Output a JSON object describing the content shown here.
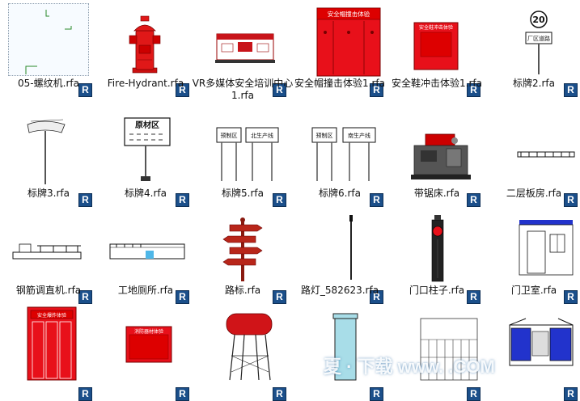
{
  "files": [
    {
      "label": "05-螺纹机.rfa"
    },
    {
      "label": "Fire-Hydrant.rfa"
    },
    {
      "label": "VR多媒体安全培训中心1.rfa"
    },
    {
      "label": "安全帽撞击体验1.rfa",
      "sign": "安全帽撞击体验"
    },
    {
      "label": "安全鞋冲击体验1.rfa",
      "sign": "安全鞋冲击体验"
    },
    {
      "label": "标牌2.rfa",
      "speed": "20",
      "sign": "厂区道路"
    },
    {
      "label": "标牌3.rfa"
    },
    {
      "label": "标牌4.rfa",
      "sign": "原材区"
    },
    {
      "label": "标牌5.rfa",
      "sign_a": "预制区",
      "sign_b": "北生产线"
    },
    {
      "label": "标牌6.rfa",
      "sign_a": "预制区",
      "sign_b": "南生产线"
    },
    {
      "label": "带锯床.rfa"
    },
    {
      "label": "二层板房.rfa"
    },
    {
      "label": "钢筋调直机.rfa"
    },
    {
      "label": "工地厕所.rfa"
    },
    {
      "label": "路标.rfa"
    },
    {
      "label": "路灯_582623.rfa"
    },
    {
      "label": "门口柱子.rfa"
    },
    {
      "label": "门卫室.rfa"
    },
    {
      "label": "",
      "sign": "安全爆炸体验"
    },
    {
      "label": "",
      "sign": "消防器材体验"
    },
    {
      "label": ""
    },
    {
      "label": ""
    },
    {
      "label": ""
    },
    {
      "label": ""
    }
  ],
  "badge_letter": "R",
  "watermark": "夏 · 下载 www.           .COM",
  "colors": {
    "accent_red": "#e8101a",
    "badge_blue": "#1b4f8a",
    "gate_blue": "#2233cc"
  }
}
